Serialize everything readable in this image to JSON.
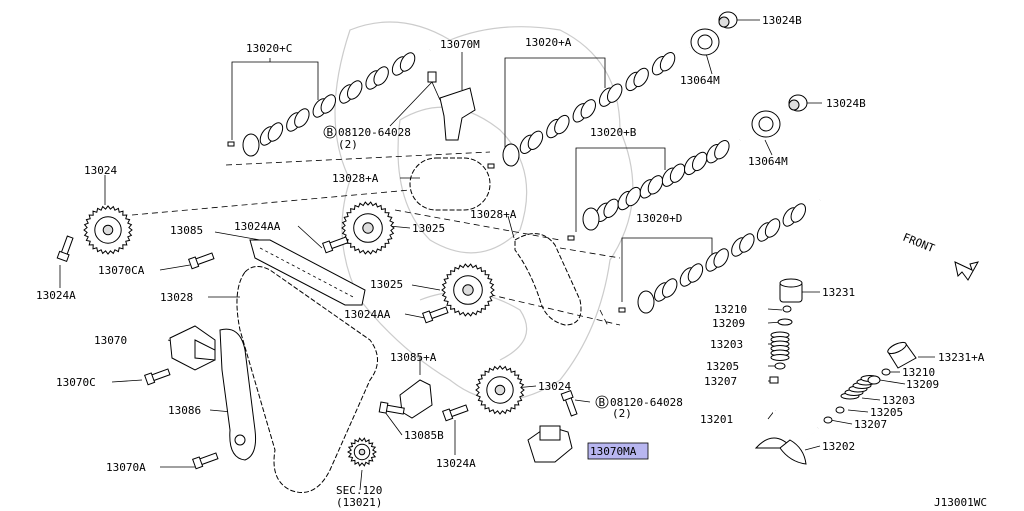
{
  "diagram": {
    "code": "J13001WC",
    "labels": [
      {
        "id": "13020C",
        "text": "13020+C"
      },
      {
        "id": "13070M",
        "text": "13070M"
      },
      {
        "id": "13020A",
        "text": "13020+A"
      },
      {
        "id": "13024B_1",
        "text": "13024B"
      },
      {
        "id": "13064M_1",
        "text": "13064M"
      },
      {
        "id": "13024B_2",
        "text": "13024B"
      },
      {
        "id": "bolt08120_1",
        "text": "08120-64028"
      },
      {
        "id": "bolt08120_1q",
        "text": "(2)"
      },
      {
        "id": "13020B",
        "text": "13020+B"
      },
      {
        "id": "13064M_2",
        "text": "13064M"
      },
      {
        "id": "13024",
        "text": "13024"
      },
      {
        "id": "13028A_1",
        "text": "13028+A"
      },
      {
        "id": "13028A_2",
        "text": "13028+A"
      },
      {
        "id": "13020D",
        "text": "13020+D"
      },
      {
        "id": "13085",
        "text": "13085"
      },
      {
        "id": "13024AA_1",
        "text": "13024AA"
      },
      {
        "id": "13025_1",
        "text": "13025"
      },
      {
        "id": "front",
        "text": "FRONT"
      },
      {
        "id": "13070CA",
        "text": "13070CA"
      },
      {
        "id": "13024A_1",
        "text": "13024A"
      },
      {
        "id": "13028",
        "text": "13028"
      },
      {
        "id": "13025_2",
        "text": "13025"
      },
      {
        "id": "13231",
        "text": "13231"
      },
      {
        "id": "13210_1",
        "text": "13210"
      },
      {
        "id": "13024AA_2",
        "text": "13024AA"
      },
      {
        "id": "13209_1",
        "text": "13209"
      },
      {
        "id": "13070",
        "text": "13070"
      },
      {
        "id": "13203_1",
        "text": "13203"
      },
      {
        "id": "13085A",
        "text": "13085+A"
      },
      {
        "id": "13205_1",
        "text": "13205"
      },
      {
        "id": "13231A",
        "text": "13231+A"
      },
      {
        "id": "13210_2",
        "text": "13210"
      },
      {
        "id": "13070C",
        "text": "13070C"
      },
      {
        "id": "13207_1",
        "text": "13207"
      },
      {
        "id": "13024_2",
        "text": "13024"
      },
      {
        "id": "13209_2",
        "text": "13209"
      },
      {
        "id": "bolt08120_2",
        "text": "08120-64028"
      },
      {
        "id": "13203_2",
        "text": "13203"
      },
      {
        "id": "bolt08120_2q",
        "text": "(2)"
      },
      {
        "id": "13086",
        "text": "13086"
      },
      {
        "id": "13201",
        "text": "13201"
      },
      {
        "id": "13205_2",
        "text": "13205"
      },
      {
        "id": "13085B",
        "text": "13085B"
      },
      {
        "id": "13207_2",
        "text": "13207"
      },
      {
        "id": "13070MA",
        "text": "13070MA"
      },
      {
        "id": "13202",
        "text": "13202"
      },
      {
        "id": "13024A_2",
        "text": "13024A"
      },
      {
        "id": "13070A",
        "text": "13070A"
      },
      {
        "id": "sec120",
        "text": "SEC.120"
      },
      {
        "id": "sec120n",
        "text": "(13021)"
      }
    ],
    "bolt_marker": "B",
    "highlight_color": "#b8b6f0"
  }
}
